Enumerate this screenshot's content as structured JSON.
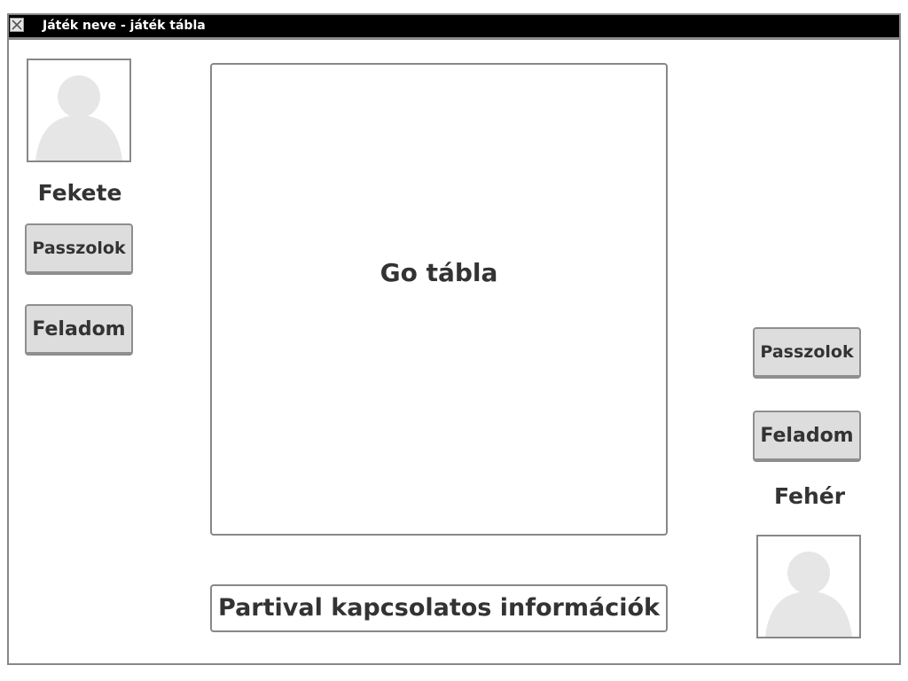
{
  "window": {
    "title": "Játék neve - játék tábla",
    "close_icon": "close-icon"
  },
  "black_player": {
    "name": "Fekete",
    "avatar_icon": "user-silhouette-icon",
    "pass_label": "Passzolok",
    "resign_label": "Feladom"
  },
  "white_player": {
    "name": "Fehér",
    "avatar_icon": "user-silhouette-icon",
    "pass_label": "Passzolok",
    "resign_label": "Feladom"
  },
  "board": {
    "label": "Go tábla"
  },
  "info": {
    "label": "Partival kapcsolatos információk"
  },
  "colors": {
    "titlebar_bg": "#000000",
    "button_bg": "#dddddd",
    "border": "#888888",
    "text": "#333333",
    "avatar_fill": "#e6e6e6"
  }
}
